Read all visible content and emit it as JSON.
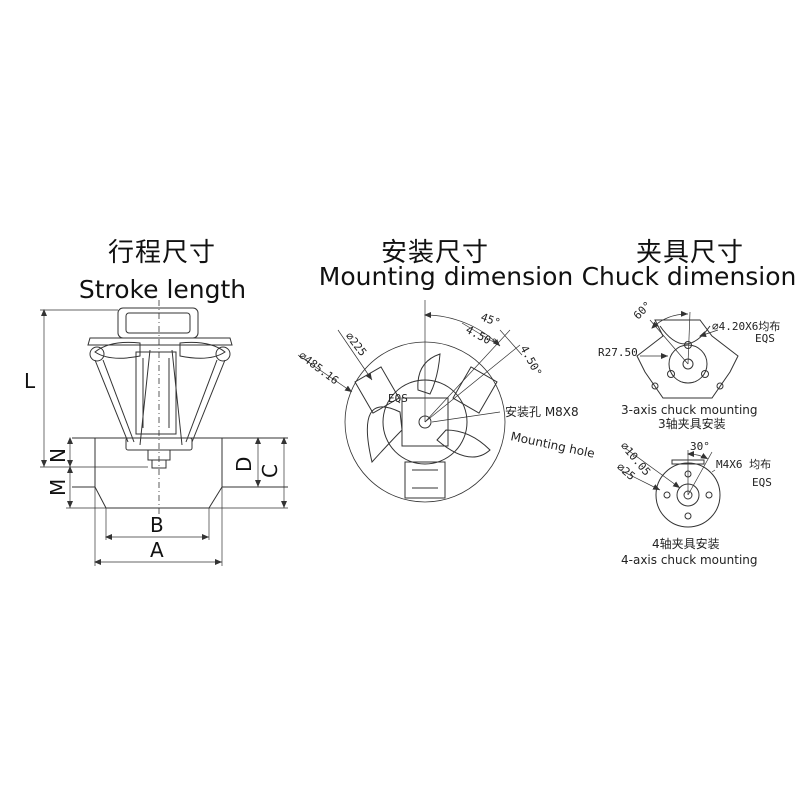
{
  "stroke": {
    "title_cn": "行程尺寸",
    "title_en": "Stroke length",
    "labels": {
      "L": "L",
      "N": "N",
      "M": "M",
      "D": "D",
      "C": "C",
      "B": "B",
      "A": "A"
    }
  },
  "mounting": {
    "title_cn": "安装尺寸",
    "title_en": "Mounting dimension",
    "dims": {
      "d225": "∅225",
      "d485": "∅485.16",
      "eqs": "EQS",
      "angle45": "45°",
      "w1": "4.50°",
      "w2": "4.50°"
    },
    "hole_cn": "安装孔 M8X8",
    "hole_en": "Mounting hole"
  },
  "chuck": {
    "title_cn": "夹具尺寸",
    "title_en": "Chuck dimension",
    "three_axis": {
      "angle": "60°",
      "hole": "∅4.20X6均布",
      "eqs": "EQS",
      "radius": "R27.50",
      "caption_en": "3-axis chuck mounting",
      "caption_cn": "3轴夹具安装"
    },
    "four_axis": {
      "d1": "∅10.05",
      "d2": "∅25",
      "angle": "30°",
      "hole": "M4X6 均布",
      "eqs": "EQS",
      "caption_cn": "4轴夹具安装",
      "caption_en": "4-axis chuck mounting"
    }
  }
}
